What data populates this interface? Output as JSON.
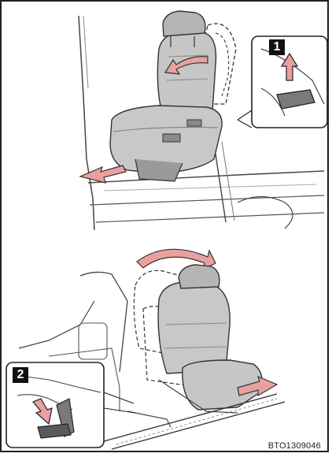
{
  "top_figure": {
    "step_badge": "1",
    "colors": {
      "seat_fill": "#c8c8c8",
      "seat_dark": "#8a8a8a",
      "arrow_fill": "#e9a0a0",
      "badge_fill": "#111111",
      "badge_text": "#ffffff"
    }
  },
  "bottom_figure": {
    "step_badge": "2"
  },
  "figure_code": "BTO1309046"
}
